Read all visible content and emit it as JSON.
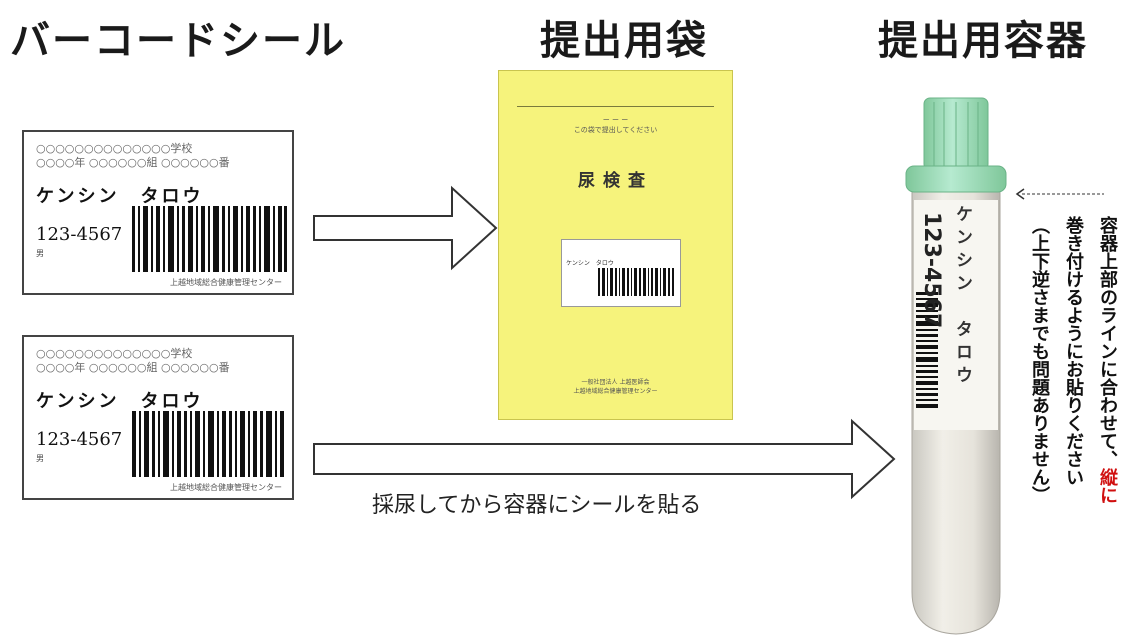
{
  "headings": {
    "barcode_sticker": "バーコードシール",
    "submission_bag": "提出用袋",
    "submission_container": "提出用容器"
  },
  "stickers": [
    {
      "line1": "○○○○○○○○○○○○○○学校",
      "line2": "○○○○年  ○○○○○○組  ○○○○○○番",
      "name": "ケンシン　タロウ",
      "code": "123-4567",
      "code_sub": "男",
      "footer": "上越地域総合健康管理センター"
    },
    {
      "line1": "○○○○○○○○○○○○○○学校",
      "line2": "○○○○年  ○○○○○○組  ○○○○○○番",
      "name": "ケンシン　タロウ",
      "code": "123-4567",
      "code_sub": "男",
      "footer": "上越地域総合健康管理センター"
    }
  ],
  "bag": {
    "tiny1": "ー ー ー",
    "tiny2": "この袋で提出してください",
    "title": "尿検査",
    "mini_name": "ケンシン　タロウ",
    "foot1": "一般社団法人 上越医師会",
    "foot2": "上越地域総合健康管理センター"
  },
  "caption": "採尿してから容器にシールを貼る",
  "tube_label": {
    "code": "123-4567",
    "name": "ケンシン　タロウ"
  },
  "instruction": {
    "col1_main": "容器上部のラインに合わせて、",
    "col1_red": "縦に",
    "col2": "巻き付けるようにお貼りください",
    "col3": "（上下逆さまでも問題ありません）"
  },
  "colors": {
    "bag_yellow": "#f6f37c",
    "cap_green": "#9fdcb4",
    "instruction_red": "#d01010"
  }
}
